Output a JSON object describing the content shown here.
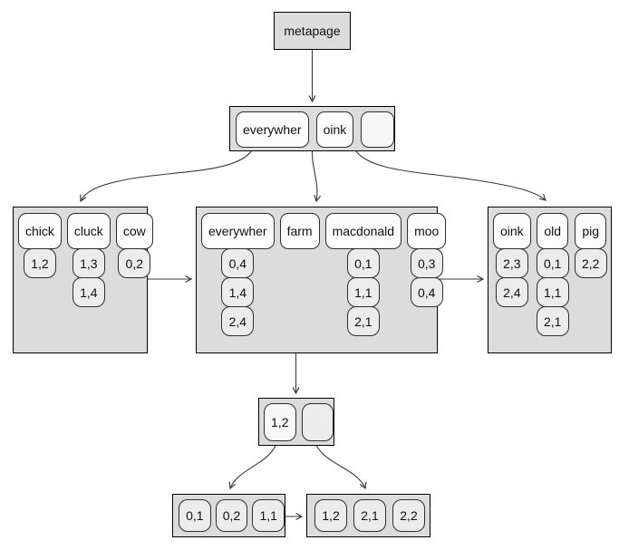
{
  "palette": {
    "node_box_fill": "#dcdcdc",
    "key_cell_fill": "#fcfcfc",
    "value_cell_fill": "#ececec",
    "border_color": "#000000",
    "arrow_color": "#3a3a3a"
  },
  "metapage": {
    "label": "metapage"
  },
  "root_node": {
    "cells": [
      {
        "label": "everywher"
      },
      {
        "label": "oink"
      },
      {
        "label": ""
      }
    ]
  },
  "leaf_nodes": [
    {
      "id": "left",
      "columns": [
        {
          "key": "chick",
          "values": [
            "1,2"
          ]
        },
        {
          "key": "cluck",
          "values": [
            "1,3",
            "1,4"
          ]
        },
        {
          "key": "cow",
          "values": [
            "0,2"
          ]
        }
      ]
    },
    {
      "id": "middle",
      "columns": [
        {
          "key": "everywher",
          "values": [
            "0,4",
            "1,4",
            "2,4"
          ]
        },
        {
          "key": "farm",
          "values": []
        },
        {
          "key": "macdonald",
          "values": [
            "0,1",
            "1,1",
            "2,1"
          ]
        },
        {
          "key": "moo",
          "values": [
            "0,3",
            "0,4"
          ]
        }
      ]
    },
    {
      "id": "right",
      "columns": [
        {
          "key": "oink",
          "values": [
            "2,3",
            "2,4"
          ]
        },
        {
          "key": "old",
          "values": [
            "0,1",
            "1,1",
            "2,1"
          ]
        },
        {
          "key": "pig",
          "values": [
            "2,2"
          ]
        }
      ]
    }
  ],
  "posting_tree_root": {
    "cells": [
      {
        "label": "1,2"
      },
      {
        "label": ""
      }
    ]
  },
  "posting_tree_leaves": [
    {
      "id": "left",
      "cells": [
        "0,1",
        "0,2",
        "1,1"
      ]
    },
    {
      "id": "right",
      "cells": [
        "1,2",
        "2,1",
        "2,2"
      ]
    }
  ]
}
